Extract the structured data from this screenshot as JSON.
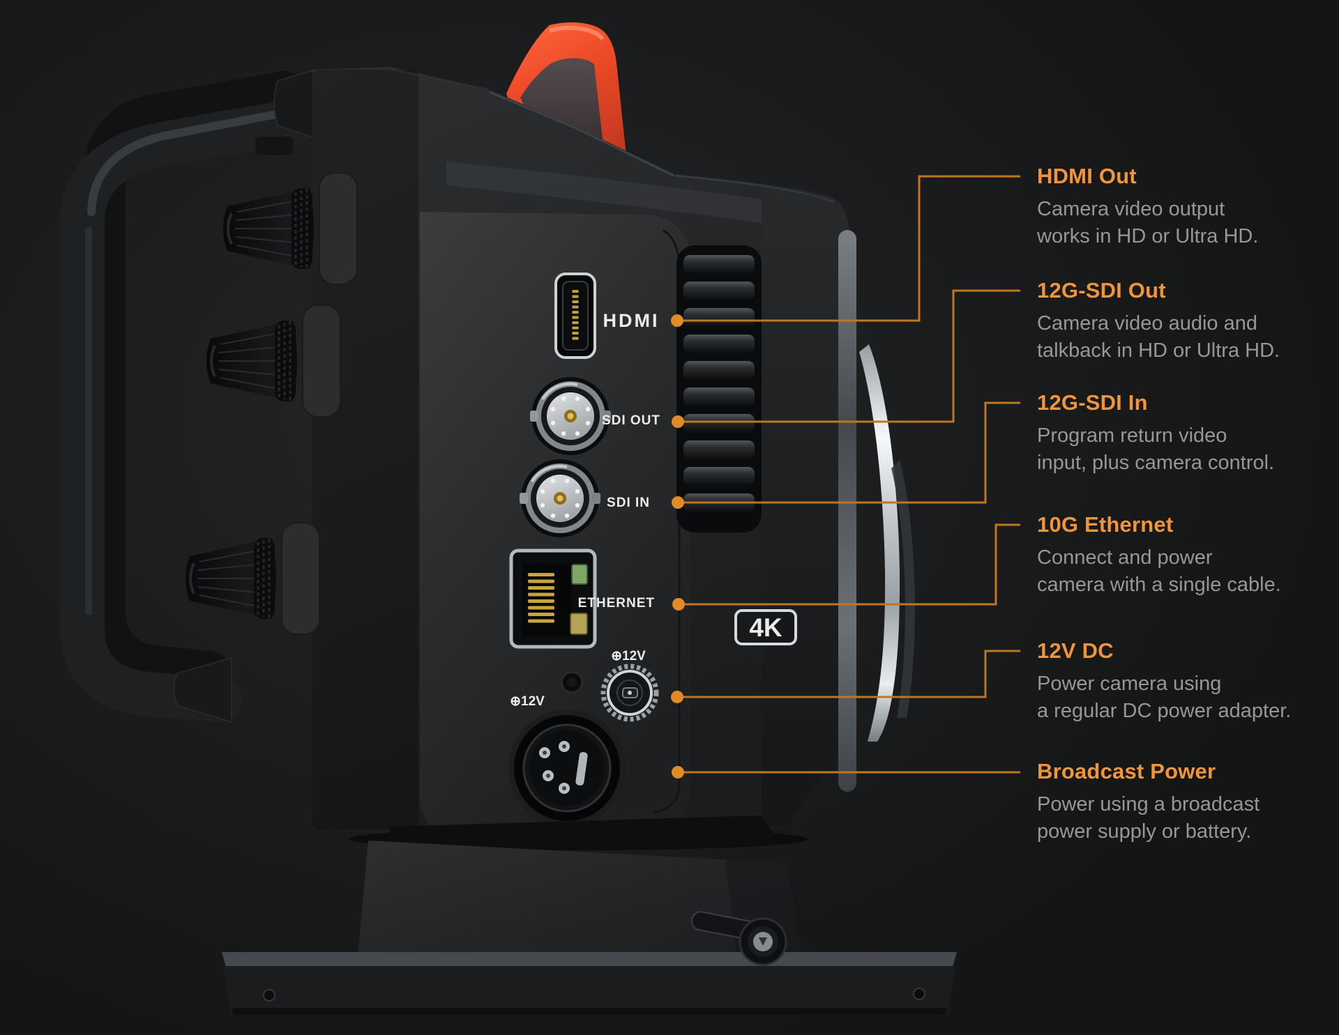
{
  "page": {
    "background": "#1b1c1e",
    "accent_heading_color": "#F0953C",
    "callout_line_color": "#C0761F",
    "body_text_color": "#979797"
  },
  "camera": {
    "badge": "4K",
    "port_labels": {
      "hdmi": "HDMI",
      "sdi_out": "SDI OUT",
      "sdi_in": "SDI IN",
      "ethernet": "ETHERNET",
      "dc_in": "⊕12V",
      "broadcast_in": "⊕12V"
    }
  },
  "callouts": {
    "items": [
      {
        "id": "hdmi-out",
        "title": "HDMI Out",
        "line1": "Camera video output",
        "line2": "works in HD or Ultra HD."
      },
      {
        "id": "sdi-out",
        "title": "12G-SDI Out",
        "line1": "Camera video audio and",
        "line2": "talkback in HD or Ultra HD."
      },
      {
        "id": "sdi-in",
        "title": "12G-SDI In",
        "line1": "Program return video",
        "line2": "input, plus camera control."
      },
      {
        "id": "ethernet",
        "title": "10G Ethernet",
        "line1": "Connect and power",
        "line2": "camera with a single cable."
      },
      {
        "id": "12v-dc",
        "title": "12V DC",
        "line1": "Power camera using",
        "line2": "a regular DC power adapter."
      },
      {
        "id": "broadcast-power",
        "title": "Broadcast Power",
        "line1": "Power using a broadcast",
        "line2": "power supply or battery."
      }
    ]
  }
}
